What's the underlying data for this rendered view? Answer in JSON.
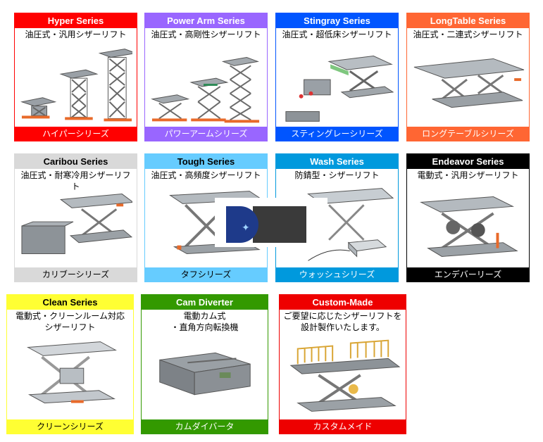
{
  "cards": [
    {
      "title": "Hyper Series",
      "desc": "油圧式・汎用シザーリフト",
      "footer": "ハイパーシリーズ",
      "color": "#ff0000",
      "footer_text": "#ffffff"
    },
    {
      "title": "Power Arm Series",
      "desc": "油圧式・高剛性シザーリフト",
      "footer": "パワーアームシリーズ",
      "color": "#9966ff",
      "footer_text": "#ffffff"
    },
    {
      "title": "Stingray Series",
      "desc": "油圧式・超低床シザーリフト",
      "footer": "スティングレーシリーズ",
      "color": "#0055ff",
      "footer_text": "#ffffff"
    },
    {
      "title": "LongTable Series",
      "desc": "油圧式・二連式シザーリフト",
      "footer": "ロングテーブルシリーズ",
      "color": "#ff6633",
      "footer_text": "#ffffff"
    },
    {
      "title": "Caribou Series",
      "desc": "油圧式・耐寒冷用シザーリフト",
      "footer": "カリブーシリーズ",
      "color": "#d9d9d9",
      "footer_text": "#000000",
      "title_text": "#000000"
    },
    {
      "title": "Tough Series",
      "desc": "油圧式・高頻度シザーリフト",
      "footer": "タフシリーズ",
      "color": "#66ccff",
      "footer_text": "#000000",
      "title_text": "#000000"
    },
    {
      "title": "Wash Series",
      "desc": "防錆型・シザーリフト",
      "footer": "ウォッシュシリーズ",
      "color": "#0099dd",
      "footer_text": "#ffffff"
    },
    {
      "title": "Endeavor Series",
      "desc": "電動式・汎用シザーリフト",
      "footer": "エンデバーリーズ",
      "color": "#000000",
      "footer_text": "#ffffff"
    },
    {
      "title": "Clean Series",
      "desc": "電動式・クリーンルーム対応\nシザーリフト",
      "footer": "クリーンシリーズ",
      "color": "#ffff33",
      "footer_text": "#000000",
      "title_text": "#000000"
    },
    {
      "title": "Cam Diverter",
      "desc": "電動カム式\n・直角方向転換機",
      "footer": "カムダイバータ",
      "color": "#339900",
      "footer_text": "#ffffff"
    },
    {
      "title": "Custom-Made",
      "desc": "ご要望に応じたシザーリフトを\n設計製作いたします。",
      "footer": "カスタムメイド",
      "color": "#ee0000",
      "footer_text": "#ffffff"
    }
  ]
}
